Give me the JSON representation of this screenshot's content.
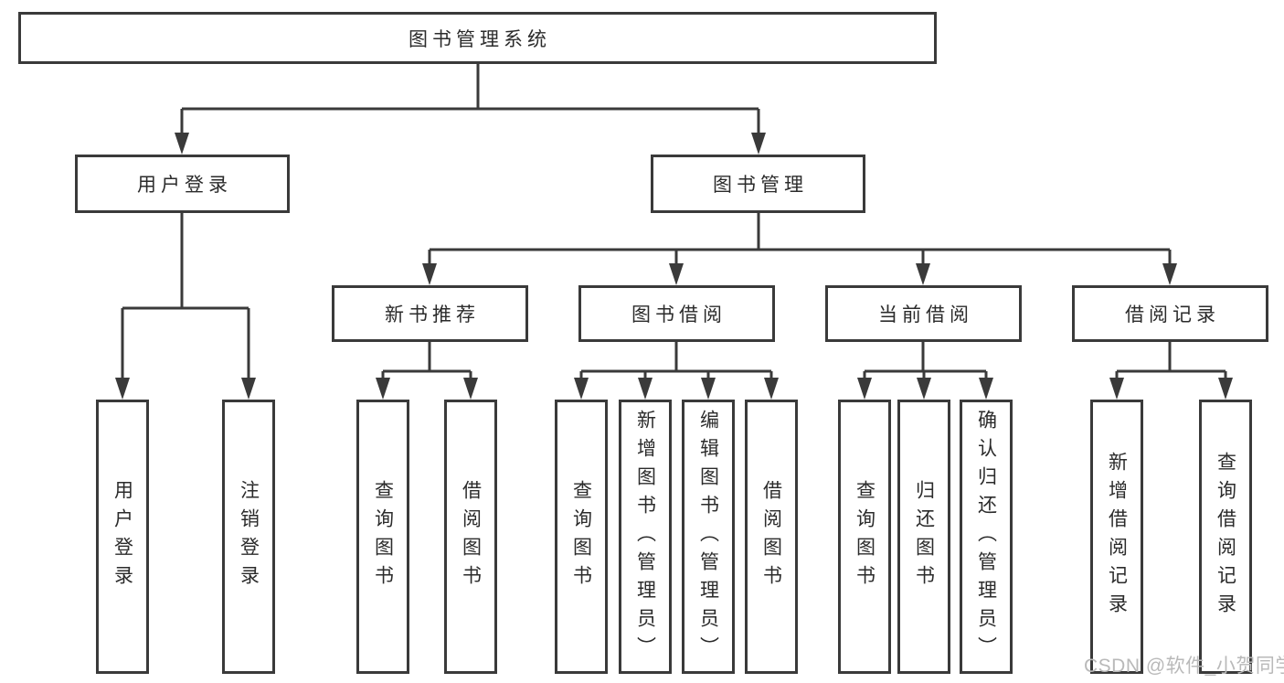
{
  "tree": {
    "root": {
      "label": "图书管理系统",
      "children": [
        {
          "label": "用户登录",
          "children": [
            {
              "label": "用户登录"
            },
            {
              "label": "注销登录"
            }
          ]
        },
        {
          "label": "图书管理",
          "children": [
            {
              "label": "新书推荐",
              "children": [
                {
                  "label": "查询图书"
                },
                {
                  "label": "借阅图书"
                }
              ]
            },
            {
              "label": "图书借阅",
              "children": [
                {
                  "label": "查询图书"
                },
                {
                  "label": "新增图书（管理员）"
                },
                {
                  "label": "编辑图书（管理员）"
                },
                {
                  "label": "借阅图书"
                }
              ]
            },
            {
              "label": "当前借阅",
              "children": [
                {
                  "label": "查询图书"
                },
                {
                  "label": "归还图书"
                },
                {
                  "label": "确认归还（管理员）"
                }
              ]
            },
            {
              "label": "借阅记录",
              "children": [
                {
                  "label": "新增借阅记录"
                },
                {
                  "label": "查询借阅记录"
                }
              ]
            }
          ]
        }
      ]
    }
  },
  "watermark": {
    "text": "CSDN @软件_小贺同学"
  },
  "colors": {
    "line": "#3a3a3a",
    "text": "#2b2b2b",
    "watermark": "#b9b9b9",
    "background": "#ffffff"
  }
}
